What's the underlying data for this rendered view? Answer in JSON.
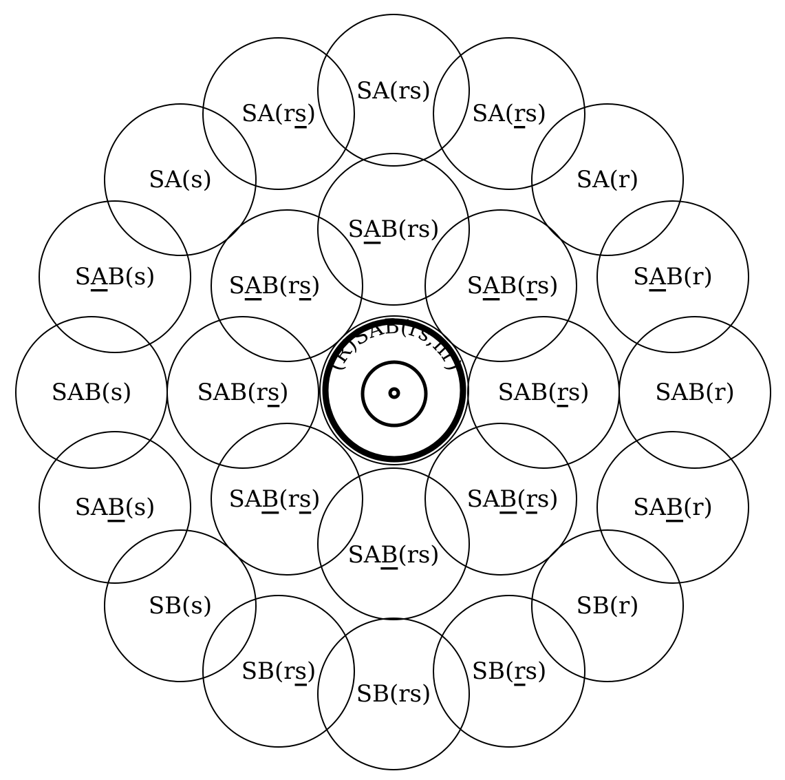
{
  "nodes": [
    {
      "id": "sa-rs-top",
      "parts": [
        {
          "t": "SA(rs)",
          "u": false
        }
      ]
    },
    {
      "id": "sa-rs-ul-s",
      "parts": [
        {
          "t": "SA(r",
          "u": false
        },
        {
          "t": "s",
          "u": true
        },
        {
          "t": ")",
          "u": false
        }
      ]
    },
    {
      "id": "sa-rs-ul-r",
      "parts": [
        {
          "t": "SA(",
          "u": false
        },
        {
          "t": "r",
          "u": true
        },
        {
          "t": "s)",
          "u": false
        }
      ]
    },
    {
      "id": "sa-s",
      "parts": [
        {
          "t": "SA(s)",
          "u": false
        }
      ]
    },
    {
      "id": "sa-r",
      "parts": [
        {
          "t": "SA(r)",
          "u": false
        }
      ]
    },
    {
      "id": "sab-ula-rs",
      "parts": [
        {
          "t": "S",
          "u": false
        },
        {
          "t": "A",
          "u": true
        },
        {
          "t": "B(rs)",
          "u": false
        }
      ]
    },
    {
      "id": "sab-ula-s",
      "parts": [
        {
          "t": "S",
          "u": false
        },
        {
          "t": "A",
          "u": true
        },
        {
          "t": "B(s)",
          "u": false
        }
      ]
    },
    {
      "id": "sab-ula-rs-ul-s",
      "parts": [
        {
          "t": "S",
          "u": false
        },
        {
          "t": "A",
          "u": true
        },
        {
          "t": "B(r",
          "u": false
        },
        {
          "t": "s",
          "u": true
        },
        {
          "t": ")",
          "u": false
        }
      ]
    },
    {
      "id": "sab-ula-rs-ul-r",
      "parts": [
        {
          "t": "S",
          "u": false
        },
        {
          "t": "A",
          "u": true
        },
        {
          "t": "B(",
          "u": false
        },
        {
          "t": "r",
          "u": true
        },
        {
          "t": "s)",
          "u": false
        }
      ]
    },
    {
      "id": "sab-ula-r",
      "parts": [
        {
          "t": "S",
          "u": false
        },
        {
          "t": "A",
          "u": true
        },
        {
          "t": "B(r)",
          "u": false
        }
      ]
    },
    {
      "id": "sab-s",
      "parts": [
        {
          "t": "SAB(s)",
          "u": false
        }
      ]
    },
    {
      "id": "sab-rs-ul-s",
      "parts": [
        {
          "t": "SAB(r",
          "u": false
        },
        {
          "t": "s",
          "u": true
        },
        {
          "t": ")",
          "u": false
        }
      ]
    },
    {
      "id": "sab-rs-ul-r",
      "parts": [
        {
          "t": "SAB(",
          "u": false
        },
        {
          "t": "r",
          "u": true
        },
        {
          "t": "s)",
          "u": false
        }
      ]
    },
    {
      "id": "sab-r",
      "parts": [
        {
          "t": "SAB(r)",
          "u": false
        }
      ]
    },
    {
      "id": "sab-ulb-s",
      "parts": [
        {
          "t": "SA",
          "u": false
        },
        {
          "t": "B",
          "u": true
        },
        {
          "t": "(s)",
          "u": false
        }
      ]
    },
    {
      "id": "sab-ulb-rs-ul-s",
      "parts": [
        {
          "t": "SA",
          "u": false
        },
        {
          "t": "B",
          "u": true
        },
        {
          "t": "(r",
          "u": false
        },
        {
          "t": "s",
          "u": true
        },
        {
          "t": ")",
          "u": false
        }
      ]
    },
    {
      "id": "sab-ulb-rs-ul-r",
      "parts": [
        {
          "t": "SA",
          "u": false
        },
        {
          "t": "B",
          "u": true
        },
        {
          "t": "(",
          "u": false
        },
        {
          "t": "r",
          "u": true
        },
        {
          "t": "s)",
          "u": false
        }
      ]
    },
    {
      "id": "sab-ulb-r",
      "parts": [
        {
          "t": "SA",
          "u": false
        },
        {
          "t": "B",
          "u": true
        },
        {
          "t": "(r)",
          "u": false
        }
      ]
    },
    {
      "id": "sab-ulb-rs",
      "parts": [
        {
          "t": "SA",
          "u": false
        },
        {
          "t": "B",
          "u": true
        },
        {
          "t": "(rs)",
          "u": false
        }
      ]
    },
    {
      "id": "sb-s",
      "parts": [
        {
          "t": "SB(s)",
          "u": false
        }
      ]
    },
    {
      "id": "sb-r",
      "parts": [
        {
          "t": "SB(r)",
          "u": false
        }
      ]
    },
    {
      "id": "sb-rs-ul-s",
      "parts": [
        {
          "t": "SB(r",
          "u": false
        },
        {
          "t": "s",
          "u": true
        },
        {
          "t": ")",
          "u": false
        }
      ]
    },
    {
      "id": "sb-rs-ul-r",
      "parts": [
        {
          "t": "SB(",
          "u": false
        },
        {
          "t": "r",
          "u": true
        },
        {
          "t": "s)",
          "u": false
        }
      ]
    },
    {
      "id": "sb-rs-bottom",
      "parts": [
        {
          "t": "SB(rs)",
          "u": false
        }
      ]
    }
  ],
  "center": {
    "label": "(R)SAB(rs,nr)"
  }
}
